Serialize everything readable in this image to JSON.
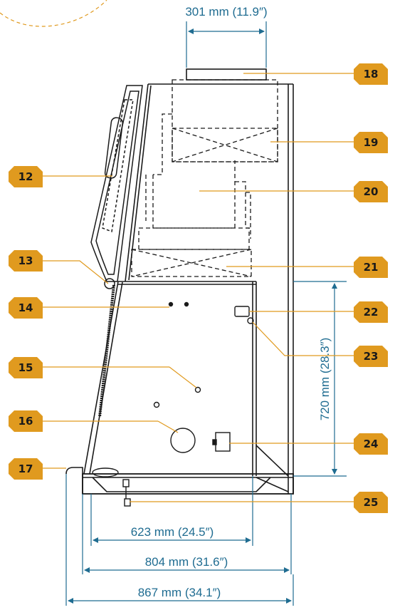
{
  "dimensions": {
    "duct_width": "301 mm (11.9″)",
    "work_height": "720 mm (28.3″)",
    "interior_depth": "623 mm (24.5″)",
    "cabinet_depth": "804 mm (31.6″)",
    "overall_depth": "867 mm (34.1″)"
  },
  "callouts": [
    {
      "id": "c12",
      "label": "12"
    },
    {
      "id": "c13",
      "label": "13"
    },
    {
      "id": "c14",
      "label": "14"
    },
    {
      "id": "c15",
      "label": "15"
    },
    {
      "id": "c16",
      "label": "16"
    },
    {
      "id": "c17",
      "label": "17"
    },
    {
      "id": "c18",
      "label": "18"
    },
    {
      "id": "c19",
      "label": "19"
    },
    {
      "id": "c20",
      "label": "20"
    },
    {
      "id": "c21",
      "label": "21"
    },
    {
      "id": "c22",
      "label": "22"
    },
    {
      "id": "c23",
      "label": "23"
    },
    {
      "id": "c24",
      "label": "24"
    },
    {
      "id": "c25",
      "label": "25"
    }
  ],
  "colors": {
    "callout_fill": "#e09a1f",
    "dimension": "#1f6c91",
    "line": "#1a1a1a",
    "leader": "#e09a1f",
    "dashed_arc": "#e09a1f"
  }
}
